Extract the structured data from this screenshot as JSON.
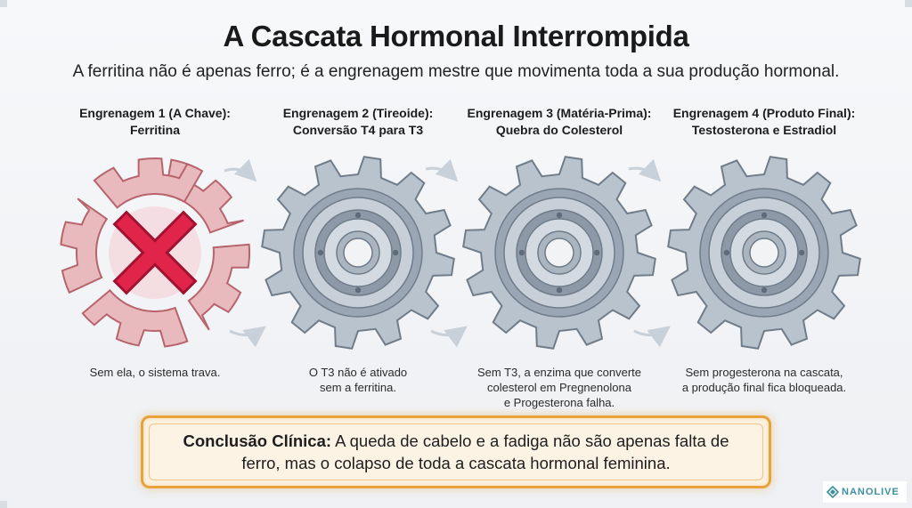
{
  "title": "A Cascata Hormonal Interrompida",
  "subtitle": "A ferritina não é apenas ferro; é a engrenagem mestre que movimenta toda a sua produção hormonal.",
  "stages": [
    {
      "title": "Engrenagem 1 (A Chave):\nFerritina",
      "caption": "Sem ela, o sistema trava.",
      "state": "broken",
      "icon": "broken-gear-icon"
    },
    {
      "title": "Engrenagem 2 (Tireoide):\nConversão T4 para T3",
      "caption": "O T3 não é ativado\nsem a ferritina.",
      "state": "intact",
      "icon": "gear-icon"
    },
    {
      "title": "Engrenagem 3 (Matéria-Prima):\nQuebra do Colesterol",
      "caption": "Sem T3, a enzima que converte\ncolesterol em Pregnenolona\ne Progesterona falha.",
      "state": "intact",
      "icon": "gear-icon"
    },
    {
      "title": "Engrenagem 4 (Produto Final):\nTestosterona e Estradiol",
      "caption": "Sem progesterona na cascata,\na produção final fica bloqueada.",
      "state": "intact",
      "icon": "gear-icon"
    }
  ],
  "conclusion": {
    "label": "Conclusão Clínica:",
    "text": " A queda de cabelo e a fadiga não são apenas falta de ferro, mas o colapso de toda a cascata hormonal feminina."
  },
  "brand": {
    "name": "NANOLIVE",
    "color": "#3a8fa0"
  },
  "colors": {
    "broken_gear": "#e8b9bd",
    "broken_gear_stroke": "#b8646c",
    "cross": "#e0244a",
    "steel_gear": "#b9c3ce",
    "steel_gear_stroke": "#6f7c8a",
    "accent_box": "#e8a23a"
  }
}
